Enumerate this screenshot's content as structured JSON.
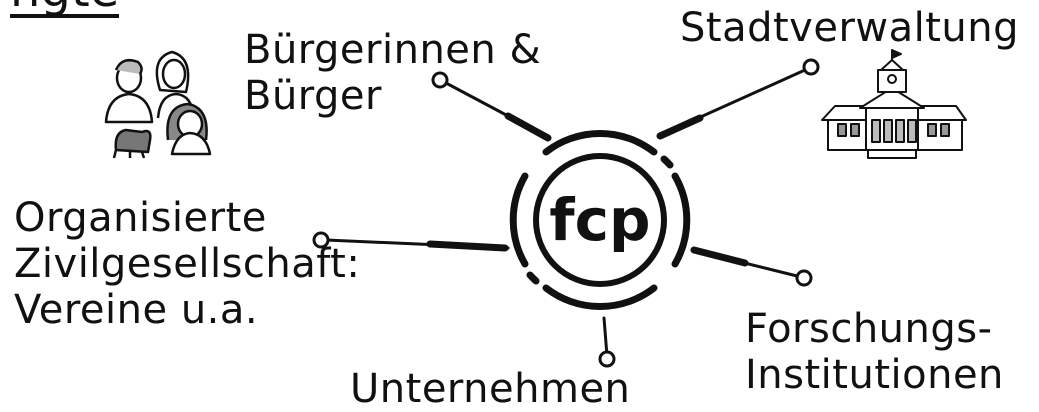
{
  "title_fragment": "ngte",
  "center": {
    "logo_text": "fcp"
  },
  "nodes": {
    "buergerinnen": "Bürgerinnen &\nBürger",
    "stadtverwaltung": "Stadtverwaltung",
    "zivilgesellschaft": "Organisierte\nZivilgesellschaft:\nVereine u.a.",
    "unternehmen": "Unternehmen",
    "forschung": "Forschungs-\nInstitutionen"
  },
  "colors": {
    "ink": "#111111",
    "gray": "#888888",
    "light": "#d9d9d9"
  },
  "icons": {
    "people": "people-group-icon",
    "town_hall": "town-hall-icon"
  }
}
